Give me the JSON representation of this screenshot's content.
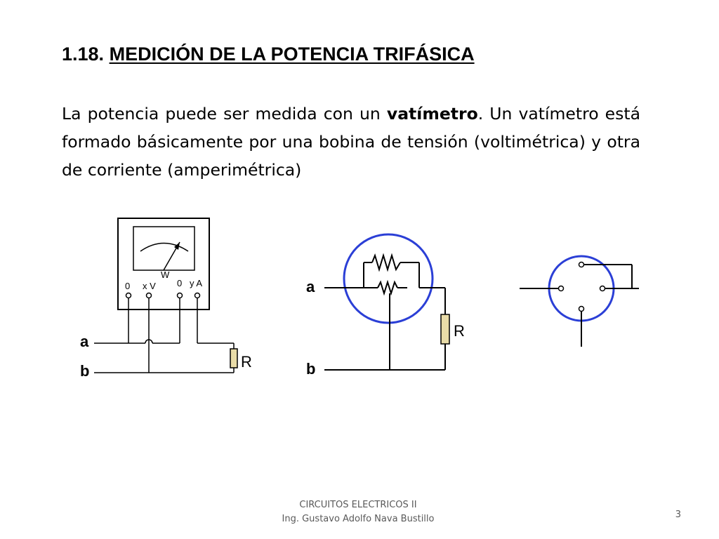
{
  "slide": {
    "title_number": "1.18.",
    "title_text": "MEDICIÓN DE LA POTENCIA TRIFÁSICA",
    "paragraph": {
      "part1": "La potencia puede ser medida con un ",
      "bold": "vatímetro",
      "part2": ". Un vatímetro está formado básicamente por una bobina de tensión (voltimétrica) y otra de corriente (amperimétrica)"
    }
  },
  "diagram1": {
    "meter_symbol": "W",
    "terminal_0_left": "0",
    "terminal_xV": "x V",
    "terminal_0_right": "0",
    "terminal_yA": "y A",
    "node_a": "a",
    "node_b": "b",
    "resistor": "R"
  },
  "diagram2": {
    "node_a": "a",
    "node_b": "b",
    "resistor": "R"
  },
  "footer": {
    "line1": "CIRCUITOS ELECTRICOS II",
    "line2": "Ing. Gustavo Adolfo Nava Bustillo",
    "page": "3"
  },
  "colors": {
    "circle_blue": "#2b3fd6",
    "resistor_fill": "#e9dca8",
    "footer_gray": "#595959"
  }
}
